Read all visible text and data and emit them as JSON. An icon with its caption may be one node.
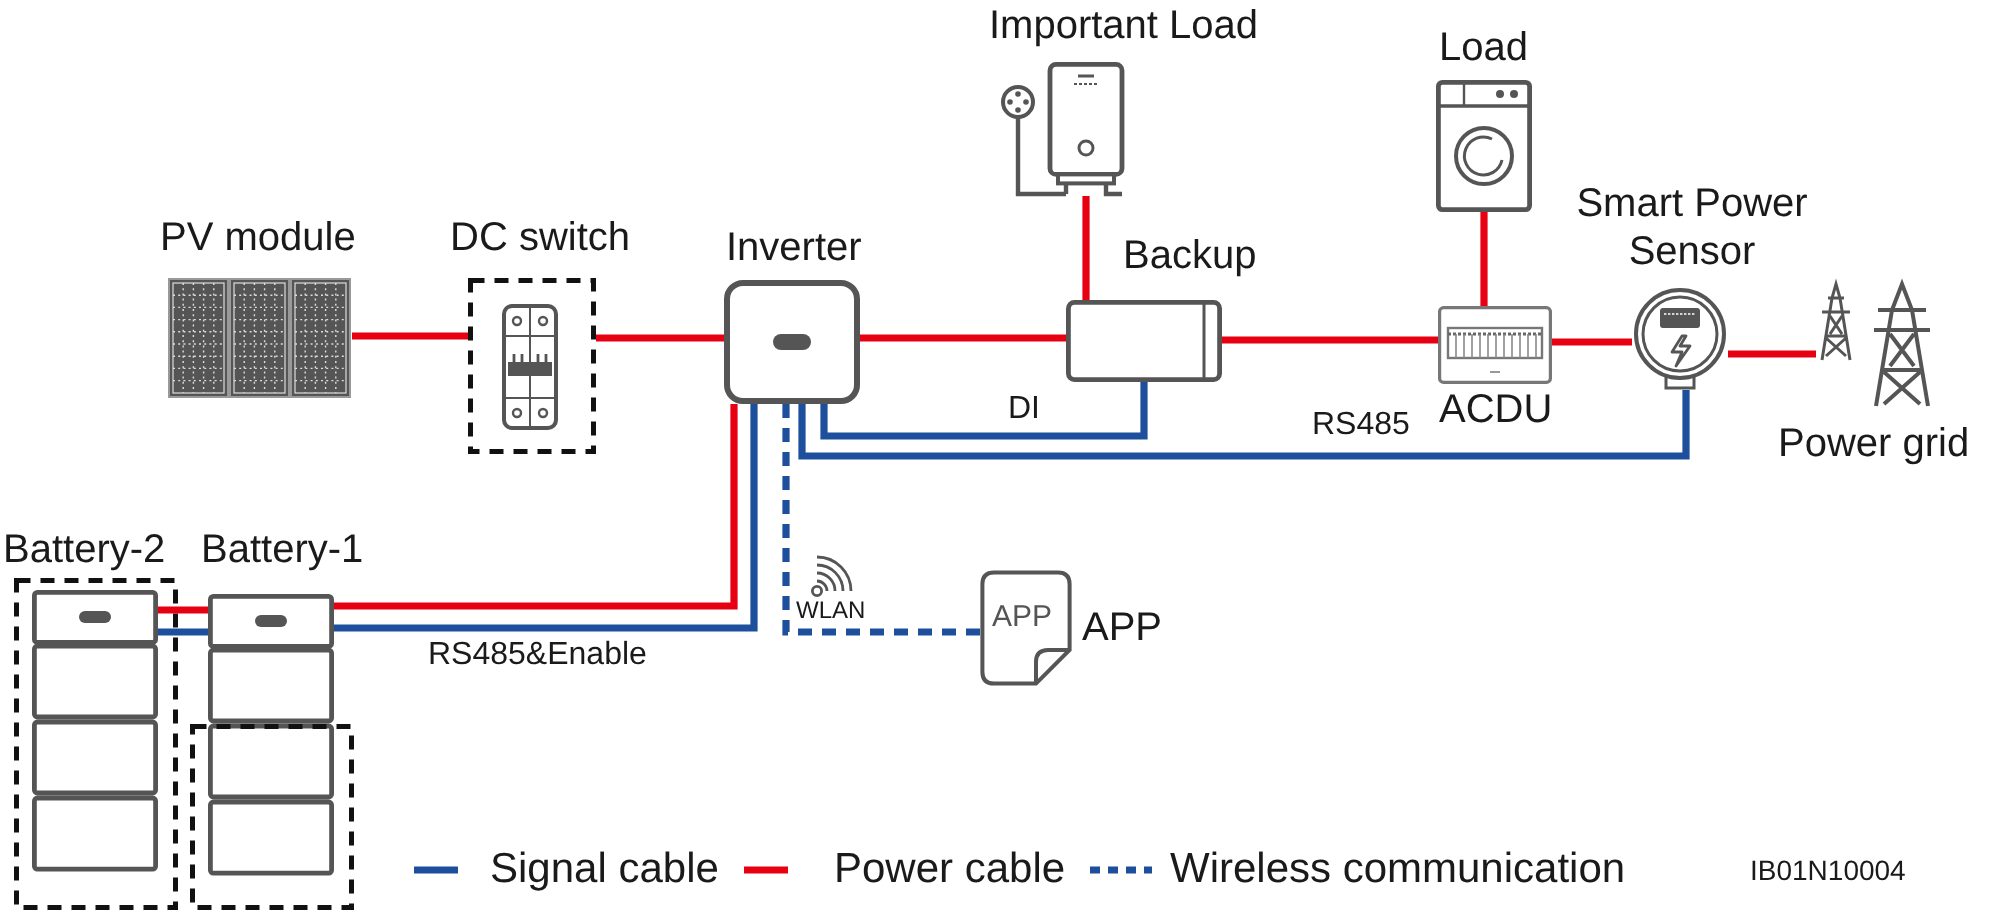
{
  "diagram": {
    "nodes": [
      {
        "text": [
          "PV module"
        ]
      },
      {
        "text": [
          "DC switch"
        ]
      },
      {
        "text": [
          "Inverter"
        ]
      },
      {
        "text": [
          "Important Load"
        ]
      },
      {
        "text": [
          "Backup"
        ]
      },
      {
        "text": [
          "Load"
        ]
      },
      {
        "text": [
          "ACDU"
        ]
      },
      {
        "text": [
          "Smart Power Sensor"
        ]
      },
      {
        "text": [
          "Power grid"
        ]
      },
      {
        "text": [
          "Battery-2"
        ]
      },
      {
        "text": [
          "Battery-1"
        ]
      },
      {
        "text": [
          "APP",
          "APP"
        ]
      },
      {
        "text": [],
        "shape": "box"
      }
    ],
    "edges": [
      {
        "from": 0,
        "to": 1,
        "arrow": "none"
      },
      {
        "from": 1,
        "to": 2,
        "arrow": "none"
      },
      {
        "from": 2,
        "to": 4,
        "arrow": "none"
      },
      {
        "from": 4,
        "to": 3,
        "arrow": "none"
      },
      {
        "from": 4,
        "to": 6,
        "arrow": "none"
      },
      {
        "from": 6,
        "to": 5,
        "arrow": "none"
      },
      {
        "from": 6,
        "to": 7,
        "arrow": "none"
      },
      {
        "from": 7,
        "to": 8,
        "arrow": "none"
      },
      {
        "from": 2,
        "to": 10,
        "arrow": "none"
      },
      {
        "from": 2,
        "to": 10,
        "arrow": "none",
        "label": "RS485&Enable",
        "color": "#1d4f9c"
      },
      {
        "from": 10,
        "to": 9,
        "arrow": "none"
      },
      {
        "from": 10,
        "to": 9,
        "arrow": "none",
        "color": "#1d4f9c"
      },
      {
        "from": 2,
        "to": 4,
        "arrow": "none",
        "label": "DI",
        "color": "#1d4f9c"
      },
      {
        "from": 2,
        "to": 7,
        "arrow": "none",
        "label": "RS485",
        "color": "#1d4f9c"
      },
      {
        "from": 2,
        "to": 11,
        "arrow": "none",
        "label": "WLAN",
        "style": "dashed",
        "color": "#1d4f9c"
      }
    ],
    "labels": [
      "IB01N10004"
    ],
    "legend": [
      {
        "text": "Signal cable"
      },
      {
        "text": "Power cable"
      },
      {
        "text": "Wireless communication"
      }
    ]
  }
}
